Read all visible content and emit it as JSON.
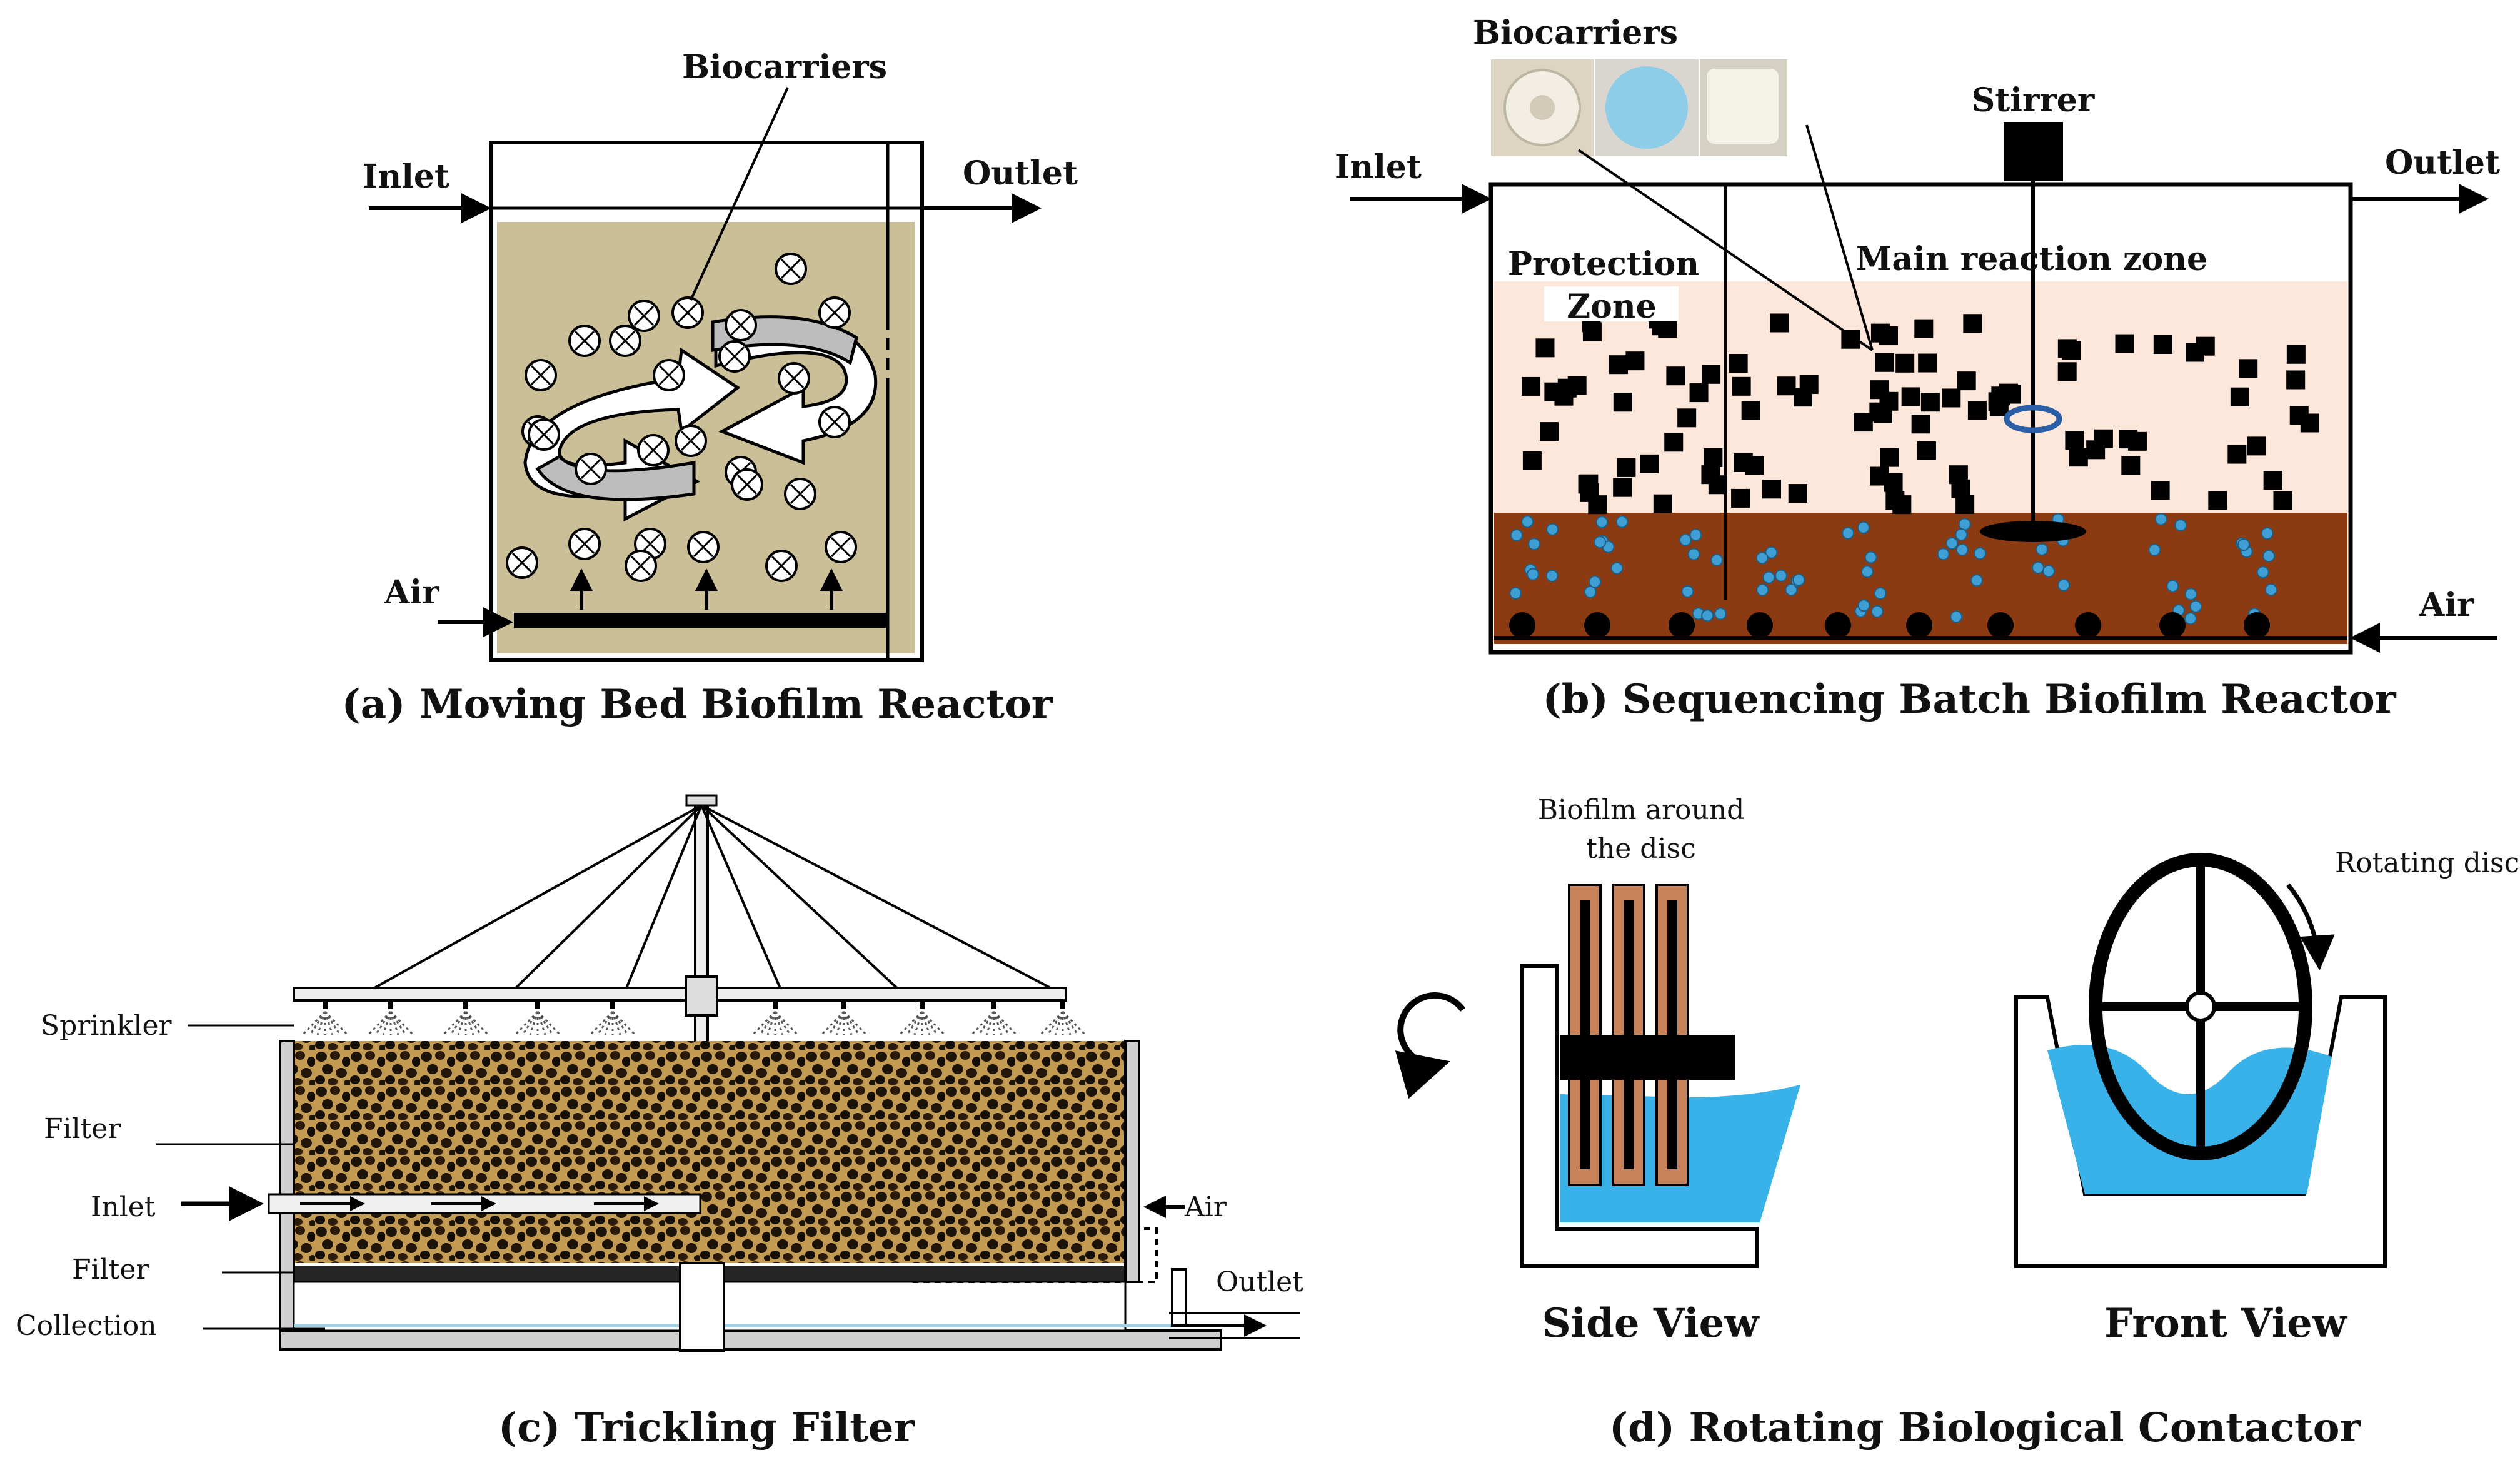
{
  "panel_a": {
    "caption": "(a) Moving Bed Biofilm Reactor",
    "inlet": "Inlet",
    "outlet": "Outlet",
    "air": "Air",
    "biocarriers": "Biocarriers"
  },
  "panel_b": {
    "caption": "(b) Sequencing Batch Biofilm Reactor",
    "inlet": "Inlet",
    "outlet": "Outlet",
    "air": "Air",
    "biocarriers": "Biocarriers",
    "stirrer": "Stirrer",
    "protection_zone_1": "Protection",
    "protection_zone_2": "Zone",
    "main_zone": "Main reaction zone"
  },
  "panel_c": {
    "caption": "(c) Trickling Filter",
    "sprinkler": "Sprinkler",
    "filter_top": "Filter",
    "inlet": "Inlet",
    "filter_bottom": "Filter",
    "collection": "Collection",
    "air": "Air",
    "outlet": "Outlet"
  },
  "panel_d": {
    "caption": "(d) Rotating Biological Contactor",
    "biofilm_1": "Biofilm around",
    "biofilm_2": "the disc",
    "rotating_disc": "Rotating disc",
    "side_view": "Side View",
    "front_view": "Front View"
  },
  "colors": {
    "liquid_tan": "#cbbf98",
    "zone_pink": "#fde6da",
    "sludge_brown": "#8b3a12",
    "bubble_blue": "#3f9fd4",
    "water_blue": "#39b2ea",
    "disc_copper": "#c8835a",
    "filter_gold": "#b6893e"
  }
}
